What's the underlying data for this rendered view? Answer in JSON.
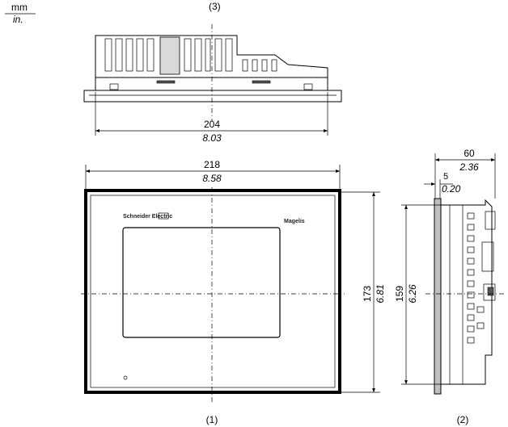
{
  "units": {
    "primary": "mm",
    "secondary": "in."
  },
  "views": {
    "top": {
      "label": "(3)",
      "width_mm": "204",
      "width_in": "8.03"
    },
    "front": {
      "label": "(1)",
      "width_mm": "218",
      "width_in": "8.58",
      "height_mm": "173",
      "height_in": "6.81",
      "logo_text": "Schneider Electric",
      "brand_text": "Magelis"
    },
    "side": {
      "label": "(2)",
      "depth_mm": "60",
      "depth_in": "2.36",
      "bezel_mm": "5",
      "bezel_in": "0.20",
      "height_mm": "159",
      "height_in": "6.26"
    }
  }
}
